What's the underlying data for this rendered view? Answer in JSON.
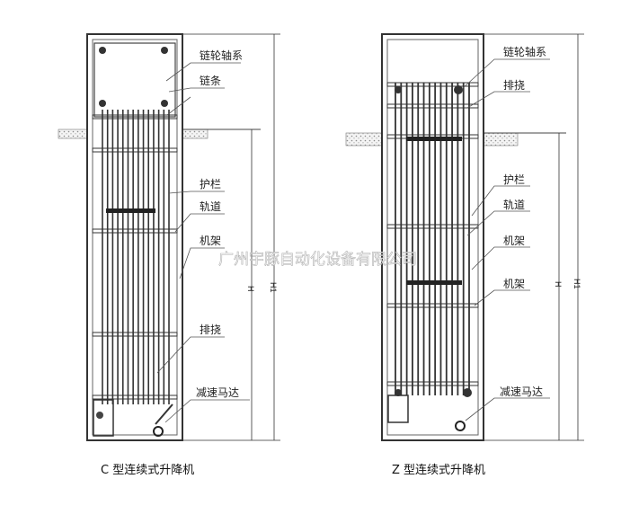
{
  "left_machine": {
    "caption": "C 型连续式升降机",
    "labels": [
      "链轮轴系",
      "链条",
      "护栏",
      "轨道",
      "机架",
      "排挠",
      "减速马达"
    ],
    "dim_h": "H",
    "dim_h1": "H1"
  },
  "right_machine": {
    "caption": "Z 型连续式升降机",
    "labels": [
      "链轮轴系",
      "排挠",
      "护栏",
      "轨道",
      "机架",
      "机架",
      "减速马达"
    ],
    "dim_h": "H",
    "dim_h1": "H1"
  },
  "watermark": "广州宇豚自动化设备有限公司"
}
